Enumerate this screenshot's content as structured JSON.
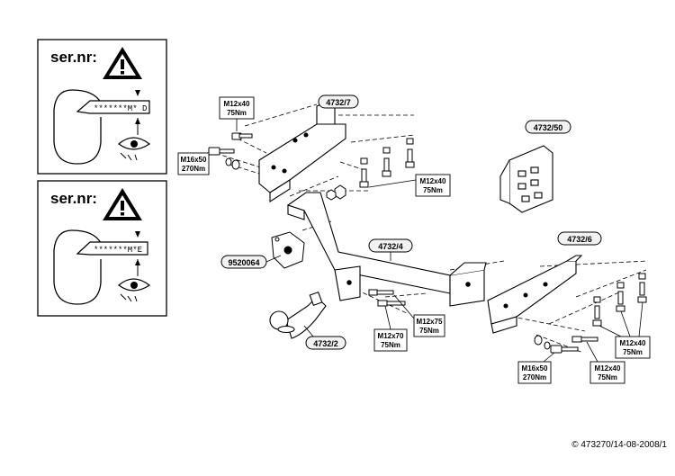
{
  "panels": [
    {
      "label": "ser.nr:",
      "serial": "*******M* D"
    },
    {
      "label": "ser.nr:",
      "serial": "*******M*E"
    }
  ],
  "parts": {
    "left_bracket": "4732/7",
    "electrical_kit": "4732/50",
    "crossbar": "4732/4",
    "right_bracket": "4732/6",
    "ball_mount": "9520064",
    "tow_ball": "4732/2"
  },
  "bolt_specs": {
    "m12x40_top_left": {
      "size": "M12x40",
      "torque": "75Nm"
    },
    "m16x50_left": {
      "size": "M16x50",
      "torque": "270Nm"
    },
    "m12x40_center": {
      "size": "M12x40",
      "torque": "75Nm"
    },
    "m12x75": {
      "size": "M12x75",
      "torque": "75Nm"
    },
    "m12x70": {
      "size": "M12x70",
      "torque": "75Nm"
    },
    "m12x40_right_upper": {
      "size": "M12x40",
      "torque": "75Nm"
    },
    "m12x40_right_lower": {
      "size": "M12x40",
      "torque": "75Nm"
    },
    "m16x50_right": {
      "size": "M16x50",
      "torque": "270Nm"
    }
  },
  "footer": "© 473270/14-08-2008/1"
}
